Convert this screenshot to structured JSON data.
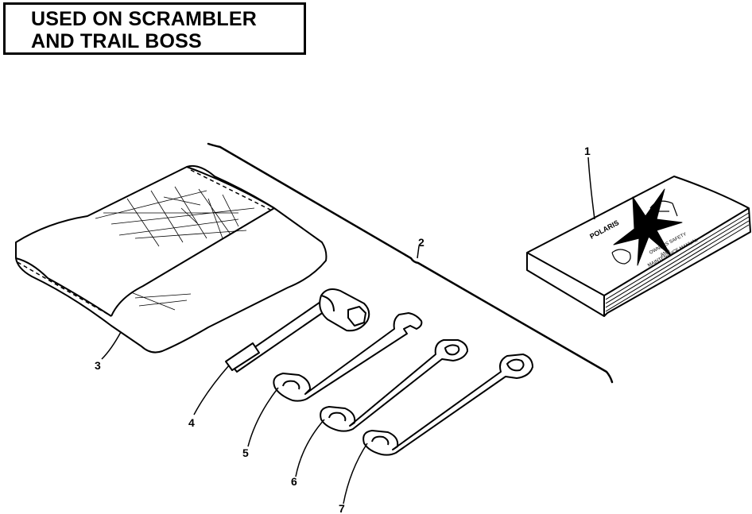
{
  "header": {
    "line1": "USED ON SCRAMBLER",
    "line2": "AND TRAIL BOSS"
  },
  "callouts": {
    "c1": "1",
    "c2": "2",
    "c3": "3",
    "c4": "4",
    "c5": "5",
    "c6": "6",
    "c7": "7"
  },
  "manual": {
    "brand": "POLARIS",
    "line1": "OWNERS SAFETY",
    "line2": "AND",
    "line3": "MAINTENANCE MANUAL"
  },
  "colors": {
    "ink": "#000000",
    "paper": "#ffffff"
  }
}
